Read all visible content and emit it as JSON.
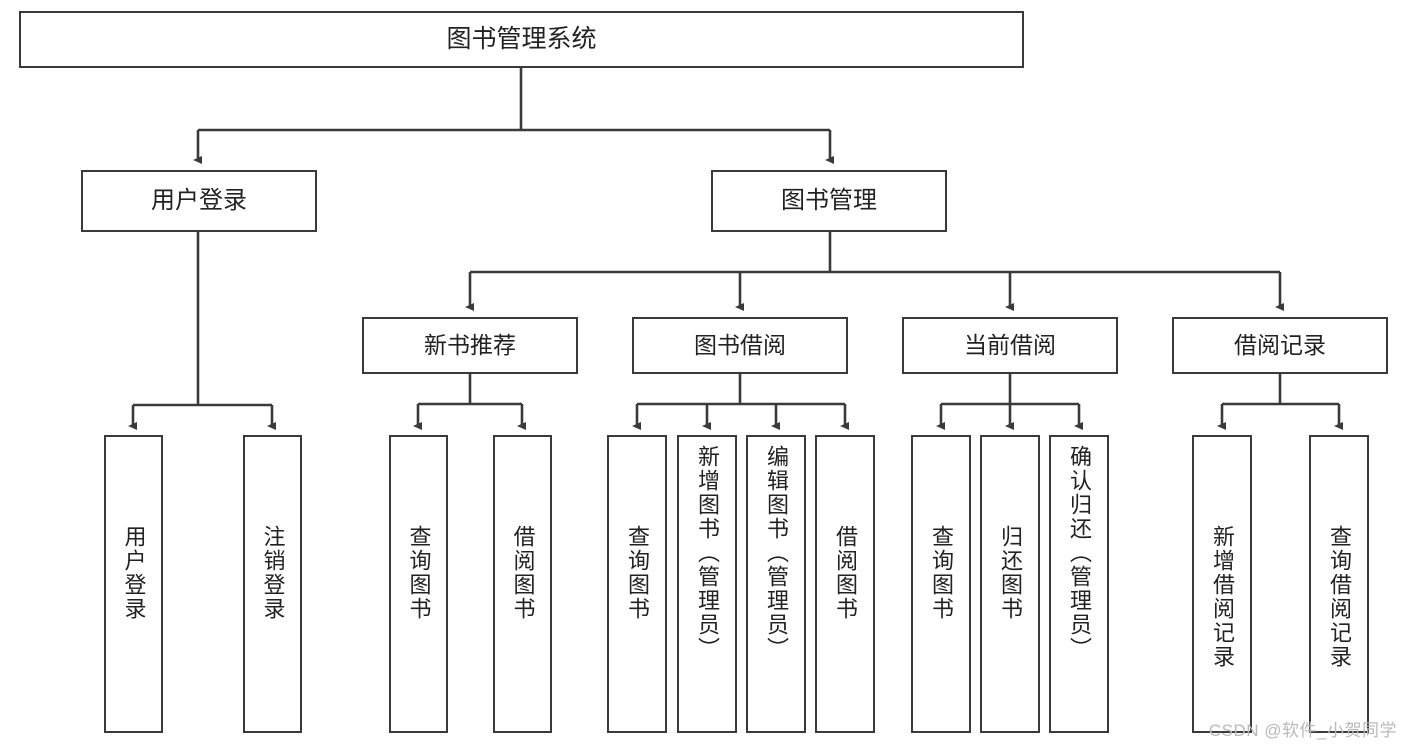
{
  "diagram": {
    "title": "图书管理系统",
    "type": "tree",
    "watermark": "CSDN @软件_小贺同学",
    "colors": {
      "box_border": "#3a3a3a",
      "box_fill": "#ffffff",
      "edge": "#3a3a3a",
      "text": "#222222",
      "watermark": "#b9b9b9"
    },
    "root": {
      "label": "图书管理系统"
    },
    "level2": [
      {
        "id": "user-login",
        "label": "用户登录"
      },
      {
        "id": "book-manage",
        "label": "图书管理"
      }
    ],
    "level3": [
      {
        "id": "new-book-recommend",
        "label": "新书推荐"
      },
      {
        "id": "book-borrow",
        "label": "图书借阅"
      },
      {
        "id": "current-borrow",
        "label": "当前借阅"
      },
      {
        "id": "borrow-record",
        "label": "借阅记录"
      }
    ],
    "leaves": {
      "user_login": [
        {
          "id": "leaf-user-login",
          "label": "用户登录"
        },
        {
          "id": "leaf-logout-login",
          "label": "注销登录"
        }
      ],
      "new_book_recommend": [
        {
          "id": "leaf-query-book-1",
          "label": "查询图书"
        },
        {
          "id": "leaf-borrow-book-1",
          "label": "借阅图书"
        }
      ],
      "book_borrow": [
        {
          "id": "leaf-query-book-2",
          "label": "查询图书"
        },
        {
          "id": "leaf-add-book",
          "label": "新增图书（管理员）"
        },
        {
          "id": "leaf-edit-book",
          "label": "编辑图书（管理员）"
        },
        {
          "id": "leaf-borrow-book-2",
          "label": "借阅图书"
        }
      ],
      "current_borrow": [
        {
          "id": "leaf-query-book-3",
          "label": "查询图书"
        },
        {
          "id": "leaf-return-book",
          "label": "归还图书"
        },
        {
          "id": "leaf-confirm-return",
          "label": "确认归还（管理员）"
        }
      ],
      "borrow_record": [
        {
          "id": "leaf-add-record",
          "label": "新增借阅记录"
        },
        {
          "id": "leaf-query-record",
          "label": "查询借阅记录"
        }
      ]
    }
  }
}
